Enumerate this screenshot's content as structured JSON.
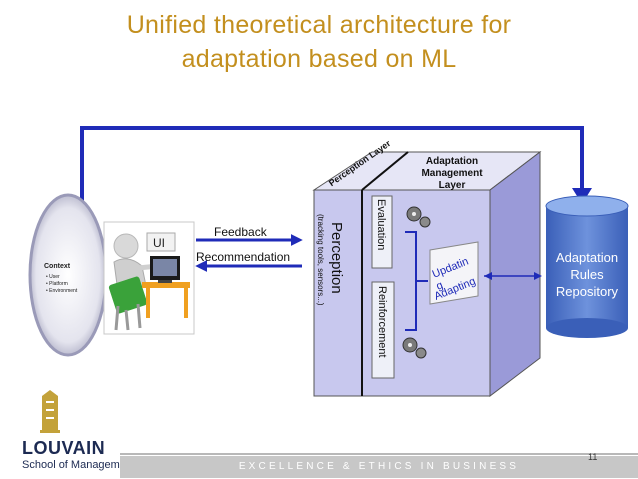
{
  "title_line1": "Unified theoretical architecture for",
  "title_line2": "adaptation based on ML",
  "context": {
    "title": "Context",
    "items": [
      "• User",
      "• Platform",
      "• Environment"
    ]
  },
  "ui_label": "UI",
  "feedback_label": "Feedback",
  "recommendation_label": "Recommendation",
  "perception_layer_label": "Perception Layer",
  "adaptation_layer_label": [
    "Adaptation",
    "Management",
    "Layer"
  ],
  "perception_label": "Perception",
  "perception_sub": "(tracking tools, sensors...)",
  "evaluation_label": "Evaluation",
  "reinforcement_label": "Reinforcement",
  "updating_label": "Updatin",
  "updating_label2": "g",
  "adapting_label": "Adapting",
  "repository_label": [
    "Adaptation",
    "Rules",
    "Repository"
  ],
  "footer": {
    "logo_name": "LOUVAIN",
    "logo_sub": "School of Management",
    "motto": "EXCELLENCE & ETHICS IN BUSINESS",
    "page_number": "11"
  },
  "colors": {
    "title": "#c38f1e",
    "arrow": "#1f2bb8",
    "cube_front": "#c8c8ee",
    "repository": "#4a6fc4"
  }
}
